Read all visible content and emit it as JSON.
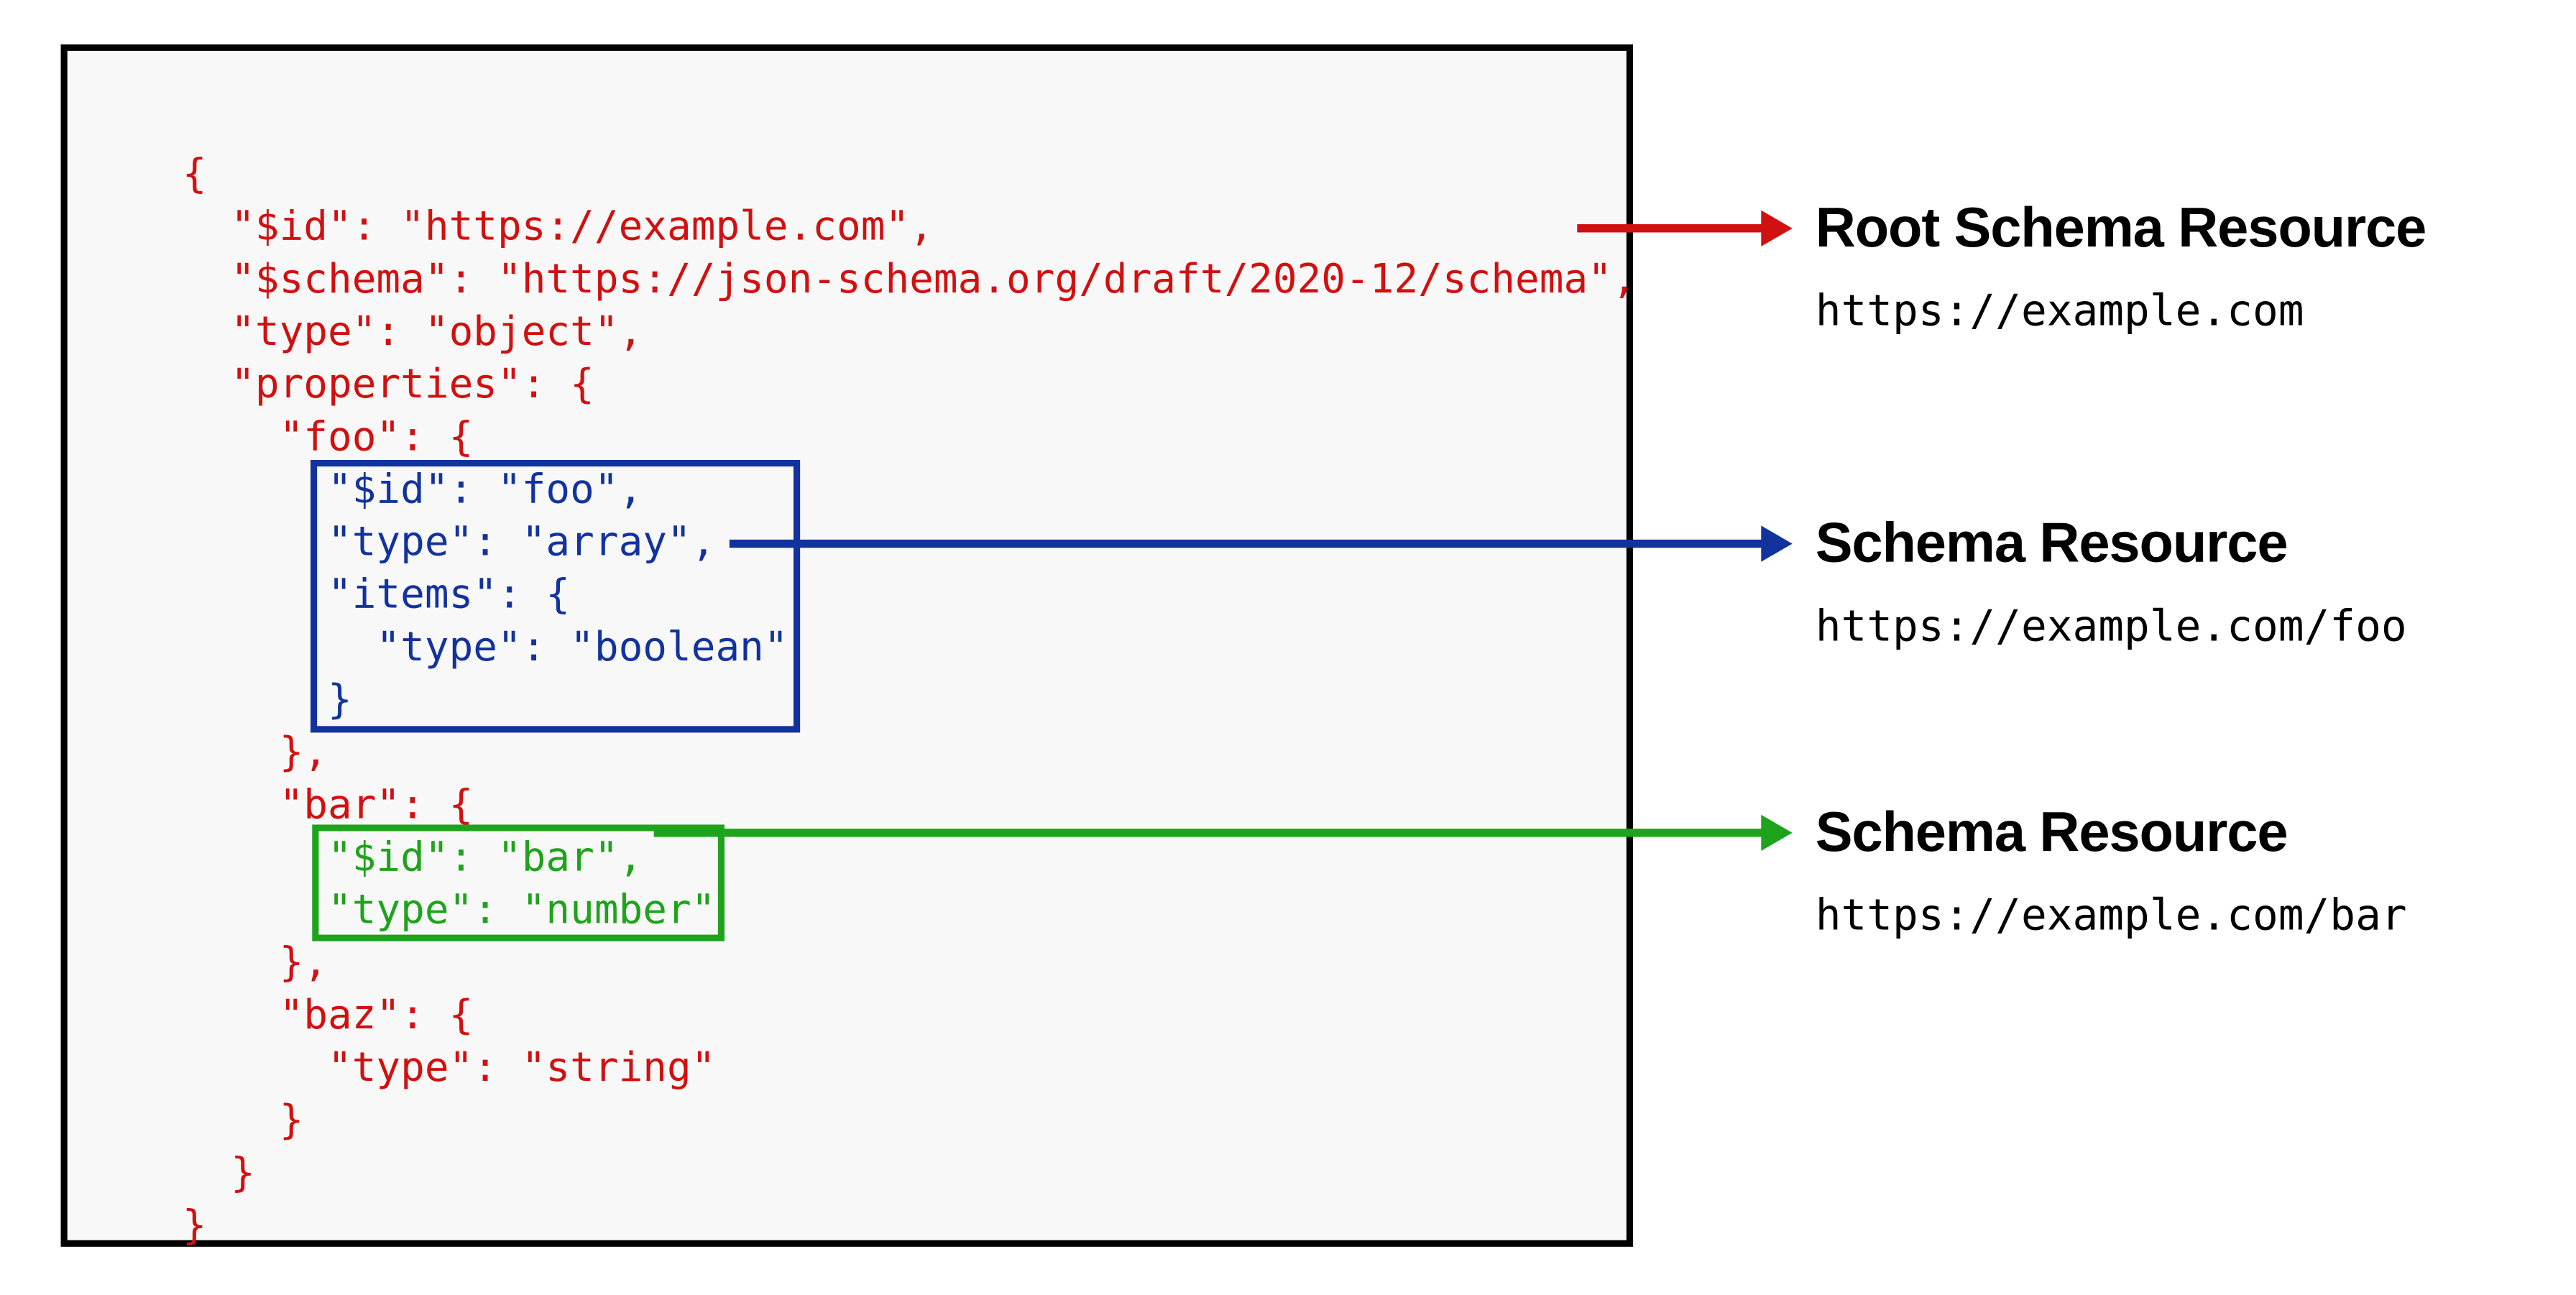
{
  "colors": {
    "red": "#d11010",
    "blue": "#12339e",
    "green": "#1fa31c",
    "panel_background": "#f8f8f8",
    "panel_border": "#000000",
    "label_text": "#000000"
  },
  "code": {
    "language": "json",
    "lines": [
      {
        "text": "{",
        "color": "red"
      },
      {
        "text": "  \"$id\": \"https://example.com\",",
        "color": "red"
      },
      {
        "text": "  \"$schema\": \"https://json-schema.org/draft/2020-12/schema\",",
        "color": "red"
      },
      {
        "text": "  \"type\": \"object\",",
        "color": "red"
      },
      {
        "text": "  \"properties\": {",
        "color": "red"
      },
      {
        "text": "    \"foo\": {",
        "color": "red"
      },
      {
        "text": "      \"$id\": \"foo\",",
        "color": "blue"
      },
      {
        "text": "      \"type\": \"array\",",
        "color": "blue"
      },
      {
        "text": "      \"items\": {",
        "color": "blue"
      },
      {
        "text": "        \"type\": \"boolean\"",
        "color": "blue"
      },
      {
        "text": "      }",
        "color": "blue"
      },
      {
        "text": "    },",
        "color": "red"
      },
      {
        "text": "    \"bar\": {",
        "color": "red"
      },
      {
        "text": "      \"$id\": \"bar\",",
        "color": "green"
      },
      {
        "text": "      \"type\": \"number\"",
        "color": "green"
      },
      {
        "text": "    },",
        "color": "red"
      },
      {
        "text": "    \"baz\": {",
        "color": "red"
      },
      {
        "text": "      \"type\": \"string\"",
        "color": "red"
      },
      {
        "text": "    }",
        "color": "red"
      },
      {
        "text": "  }",
        "color": "red"
      },
      {
        "text": "}",
        "color": "red"
      }
    ]
  },
  "callouts": [
    {
      "title": "Root Schema Resource",
      "url": "https://example.com",
      "color": "red"
    },
    {
      "title": "Schema Resource",
      "url": "https://example.com/foo",
      "color": "blue"
    },
    {
      "title": "Schema Resource",
      "url": "https://example.com/bar",
      "color": "green"
    }
  ]
}
